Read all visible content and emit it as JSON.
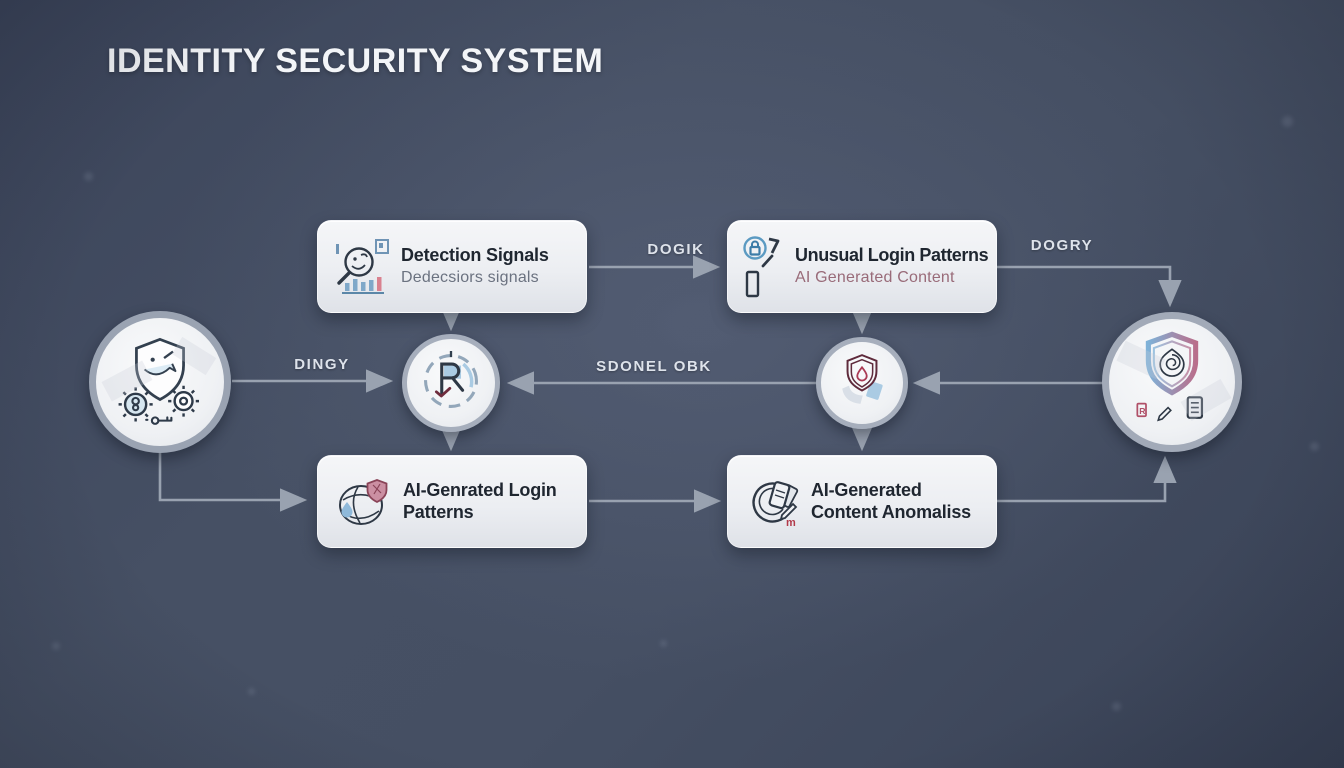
{
  "title": "IDENTITY SECURITY SYSTEM",
  "boxes": {
    "detection": {
      "title": "Detection Signals",
      "subtitle": "Dedecsiors signals",
      "icon": "search-analytics-icon"
    },
    "unusual": {
      "title": "Unusual Login Patterns",
      "subtitle": "AI Generated Content",
      "icon": "lock-route-icon"
    },
    "ai_login": {
      "title": "AI-Genrated Login Patterns",
      "icon": "globe-shield-icon"
    },
    "ai_content": {
      "title": "AI-Generated Content Anomaliss",
      "icon": "scan-document-icon"
    }
  },
  "nodes": {
    "left_hub": {
      "icon": "shield-gears-icon"
    },
    "scan_node": {
      "icon": "magnifier-r-check-icon"
    },
    "shield_node": {
      "icon": "shield-drop-icon"
    },
    "right_hub": {
      "icon": "gradient-shield-icon"
    }
  },
  "connectors": {
    "dingy": "DINGY",
    "dogik": "DOGIK",
    "dogry": "DOGRY",
    "sdonel": "SDONEL OBK"
  },
  "colors": {
    "background": "#465063",
    "card_bg": "#eef0f3",
    "wire": "#97a0ae",
    "title_text": "#f3f5f8",
    "card_title": "#1f2630",
    "subtitle_gray": "#6b7280",
    "subtitle_mauve": "#996b79",
    "accent_blue": "#7fa8c9",
    "accent_pink": "#c5808f",
    "accent_maroon": "#6e2c3d"
  }
}
